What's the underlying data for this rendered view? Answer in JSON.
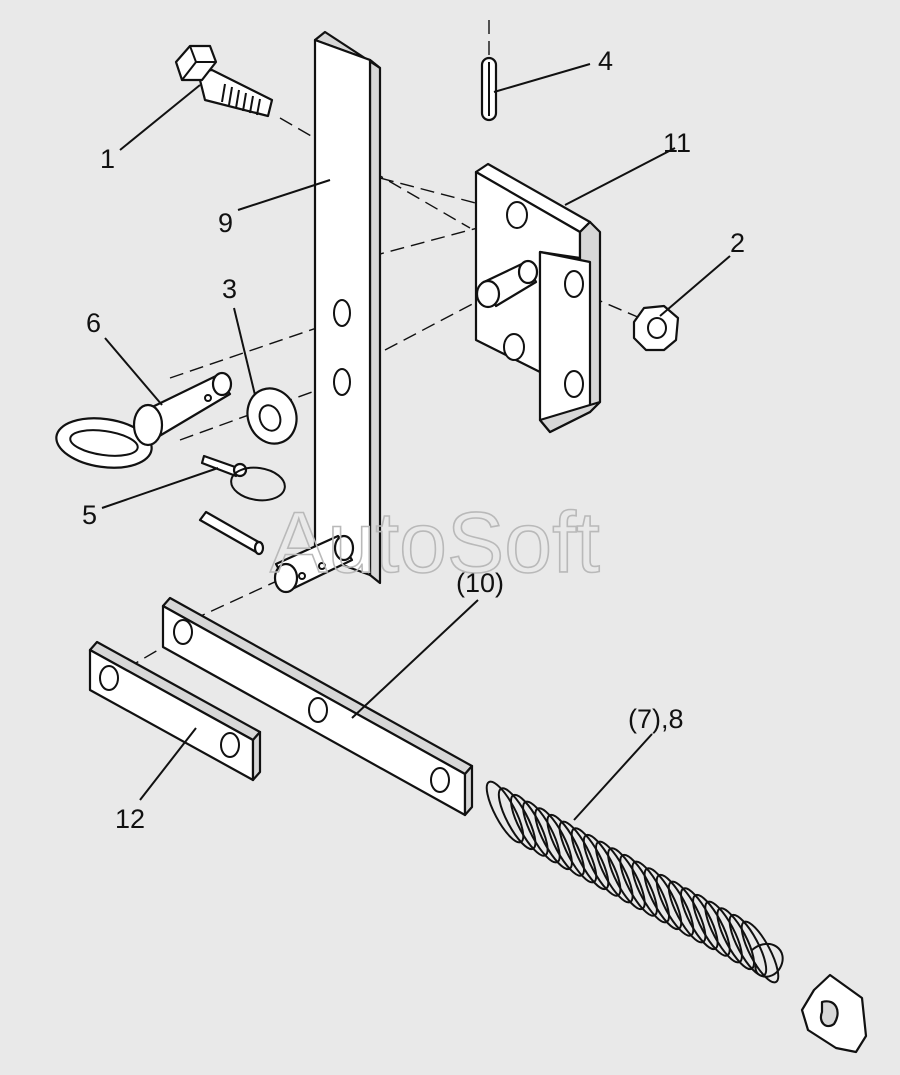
{
  "watermark": "AutoSoft",
  "callouts": {
    "c1": "1",
    "c2": "2",
    "c3": "3",
    "c4": "4",
    "c5": "5",
    "c6": "6",
    "c7_8": "(7),8",
    "c9": "9",
    "c10": "(10)",
    "c11": "11",
    "c12": "12"
  }
}
